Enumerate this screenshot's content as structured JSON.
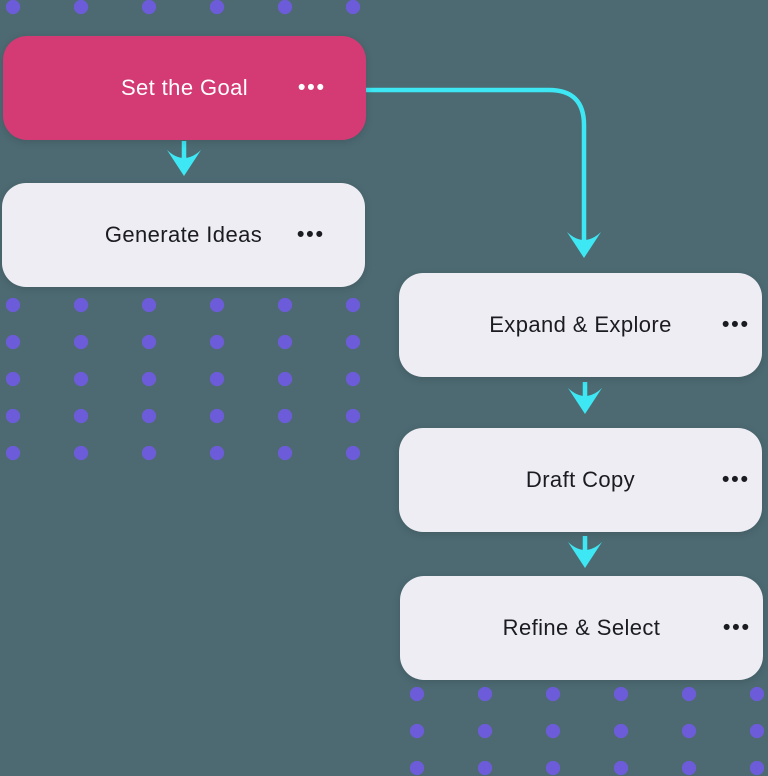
{
  "nodes": [
    {
      "id": "set-the-goal",
      "label": "Set the Goal",
      "variant": "primary"
    },
    {
      "id": "generate-ideas",
      "label": "Generate Ideas",
      "variant": "light"
    },
    {
      "id": "expand-explore",
      "label": "Expand & Explore",
      "variant": "light"
    },
    {
      "id": "draft-copy",
      "label": "Draft Copy",
      "variant": "light"
    },
    {
      "id": "refine-select",
      "label": "Refine & Select",
      "variant": "light"
    }
  ],
  "edges": [
    {
      "from": "set-the-goal",
      "to": "generate-ideas",
      "shape": "straight-down"
    },
    {
      "from": "set-the-goal",
      "to": "expand-explore",
      "shape": "right-then-down"
    },
    {
      "from": "expand-explore",
      "to": "draft-copy",
      "shape": "straight-down"
    },
    {
      "from": "draft-copy",
      "to": "refine-select",
      "shape": "straight-down"
    }
  ],
  "icons": {
    "more_options": "•••"
  },
  "colors": {
    "background": "#4d6a72",
    "primary_node": "#d43a73",
    "light_node": "#ededf3",
    "arrow": "#3de8f4",
    "dots": "#6c5cd9",
    "text_dark": "#1b1b22",
    "text_light": "#ffffff"
  }
}
